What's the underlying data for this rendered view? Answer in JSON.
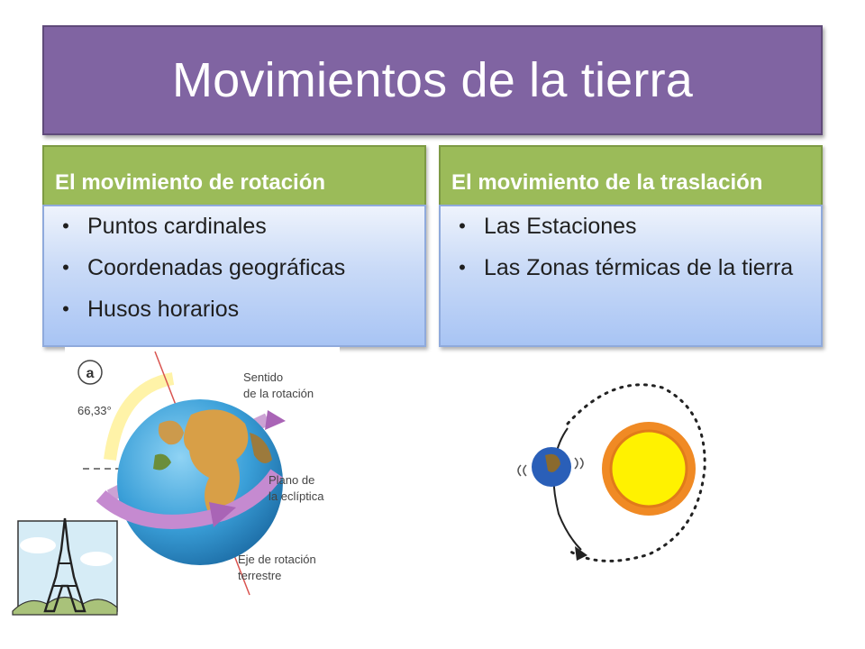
{
  "title": "Movimientos de la tierra",
  "left_column": {
    "header": "El movimiento de rotación",
    "items": [
      "Puntos cardinales",
      "Coordenadas geográficas",
      "Husos horarios"
    ]
  },
  "right_column": {
    "header": "El movimiento de la traslación",
    "items": [
      "Las Estaciones",
      "Las Zonas térmicas de la tierra"
    ]
  },
  "figure_rotation": {
    "tag": "a",
    "angle": "66,33°",
    "label_direction_line1": "Sentido",
    "label_direction_line2": "de la rotación",
    "label_plane_line1": "Plano de",
    "label_plane_line2": "la eclíptica",
    "label_axis_line1": "Eje de rotación",
    "label_axis_line2": "terrestre"
  },
  "colors": {
    "title_bg": "#8064a2",
    "header_bg": "#9bbb59",
    "body_gradient_bottom": "#a8c4f4"
  }
}
